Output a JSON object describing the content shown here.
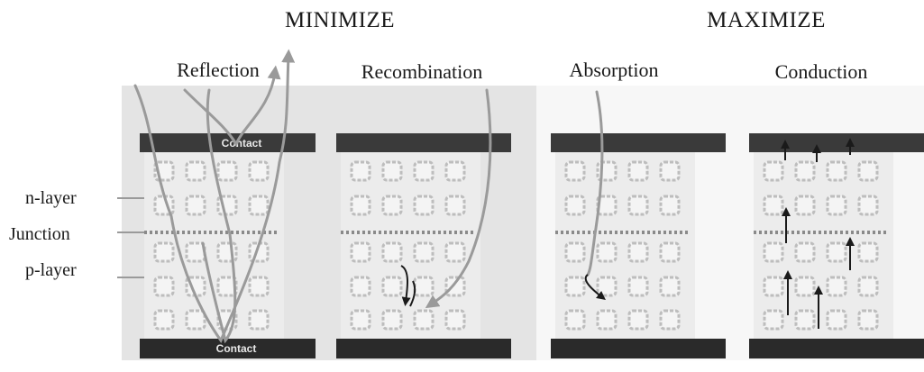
{
  "headings": {
    "minimize": "MINIMIZE",
    "maximize": "MAXIMIZE"
  },
  "panels": [
    {
      "id": "reflection",
      "title": "Reflection",
      "top_contact": "Contact",
      "bottom_contact": "Contact"
    },
    {
      "id": "recombination",
      "title": "Recombination",
      "top_contact": "",
      "bottom_contact": ""
    },
    {
      "id": "absorption",
      "title": "Absorption",
      "top_contact": "",
      "bottom_contact": ""
    },
    {
      "id": "conduction",
      "title": "Conduction",
      "top_contact": "",
      "bottom_contact": ""
    }
  ],
  "side_labels": {
    "n_layer": "n-layer",
    "junction": "Junction",
    "p_layer": "p-layer"
  },
  "colors": {
    "minimize_bg": "#e4e4e4",
    "maximize_bg": "#f6f6f6",
    "crystal_bg": "#ececec",
    "contact": "#3a3a3a",
    "atom": "#bdbdbd",
    "arrow": "#9a9a9a",
    "carrier_arrow": "#1a1a1a"
  }
}
